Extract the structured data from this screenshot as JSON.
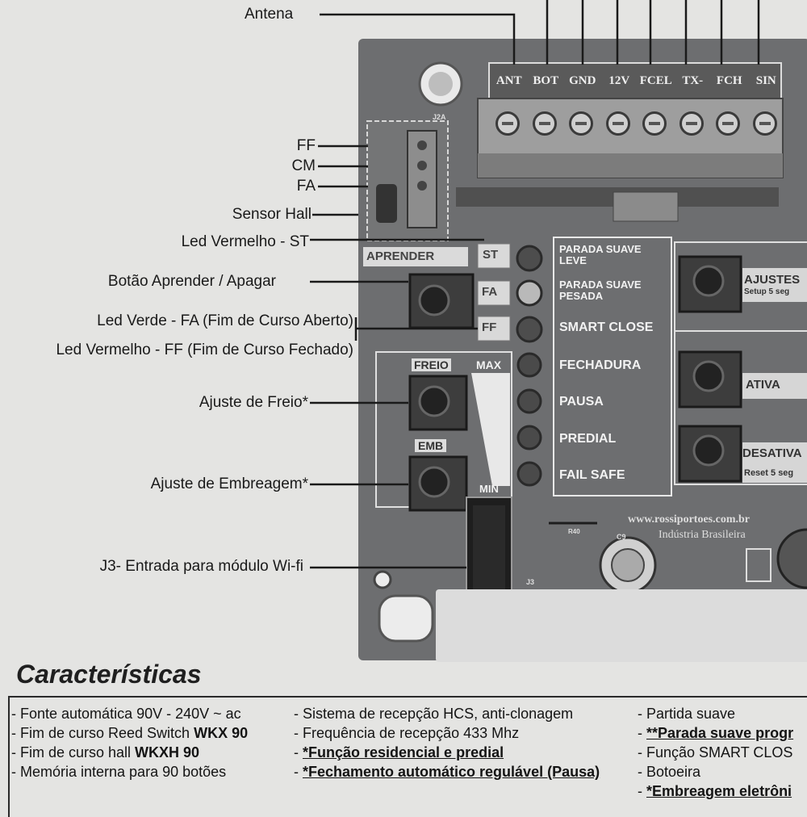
{
  "callouts": {
    "antena": "Antena",
    "ff": "FF",
    "cm": "CM",
    "fa": "FA",
    "sensor_hall": "Sensor Hall",
    "led_vermelho_st": "Led Vermelho - ST",
    "botao_aprender": "Botão Aprender / Apagar",
    "led_verde_fa": "Led Verde - FA (Fim de Curso Aberto)",
    "led_vermelho_ff": "Led Vermelho - FF (Fim de Curso Fechado)",
    "ajuste_freio": "Ajuste de Freio*",
    "ajuste_embreagem": "Ajuste de Embreagem*",
    "j3_wifi": "J3- Entrada para módulo Wi-fi"
  },
  "terminals": [
    "ANT",
    "BOT",
    "GND",
    "12V",
    "FCEL",
    "TX-",
    "FCH",
    "SIN"
  ],
  "board": {
    "j2a": "J2A",
    "aprender": "APRENDER",
    "led_labels": [
      "ST",
      "FA",
      "FF"
    ],
    "freio": "FREIO",
    "max": "MAX",
    "emb": "EMB",
    "min": "MIN",
    "functions": [
      "PARADA SUAVE LEVE",
      "PARADA SUAVE PESADA",
      "SMART CLOSE",
      "FECHADURA",
      "PAUSA",
      "PREDIAL",
      "FAIL SAFE"
    ],
    "ajustes": "AJUSTES",
    "ajustes_sub": "Setup 5 seg",
    "ativa": "ATIVA",
    "desativa": "DESATIVA",
    "desativa_sub": "Reset 5 seg",
    "website": "www.rossiportoes.com.br",
    "industria": "Indústria Brasileira",
    "r40": "R40",
    "c9": "C9",
    "j3": "J3"
  },
  "features_title": "Características",
  "features": {
    "col1": [
      {
        "text": "- Fonte automática 90V - 240V ~ ac"
      },
      {
        "pre": "- Fim de curso Reed Switch ",
        "bold": "WKX 90"
      },
      {
        "pre": "- Fim de curso hall ",
        "bold": "WKXH 90"
      },
      {
        "text": "- Memória interna para 90 botões"
      }
    ],
    "col2": [
      {
        "text": "- Sistema de recepção HCS, anti-clonagem"
      },
      {
        "text": "- Frequência de recepção 433 Mhz"
      },
      {
        "pre": "- ",
        "u": "*Função residencial e predial"
      },
      {
        "pre": "- ",
        "u": "*Fechamento automático regulável (Pausa)"
      }
    ],
    "col3": [
      {
        "text": "- Partida suave"
      },
      {
        "pre": "- ",
        "u": "**Parada suave progr"
      },
      {
        "text": "- Função SMART CLOS"
      },
      {
        "text": "- Botoeira"
      },
      {
        "pre": "- ",
        "u": "*Embreagem eletrôni"
      }
    ]
  }
}
